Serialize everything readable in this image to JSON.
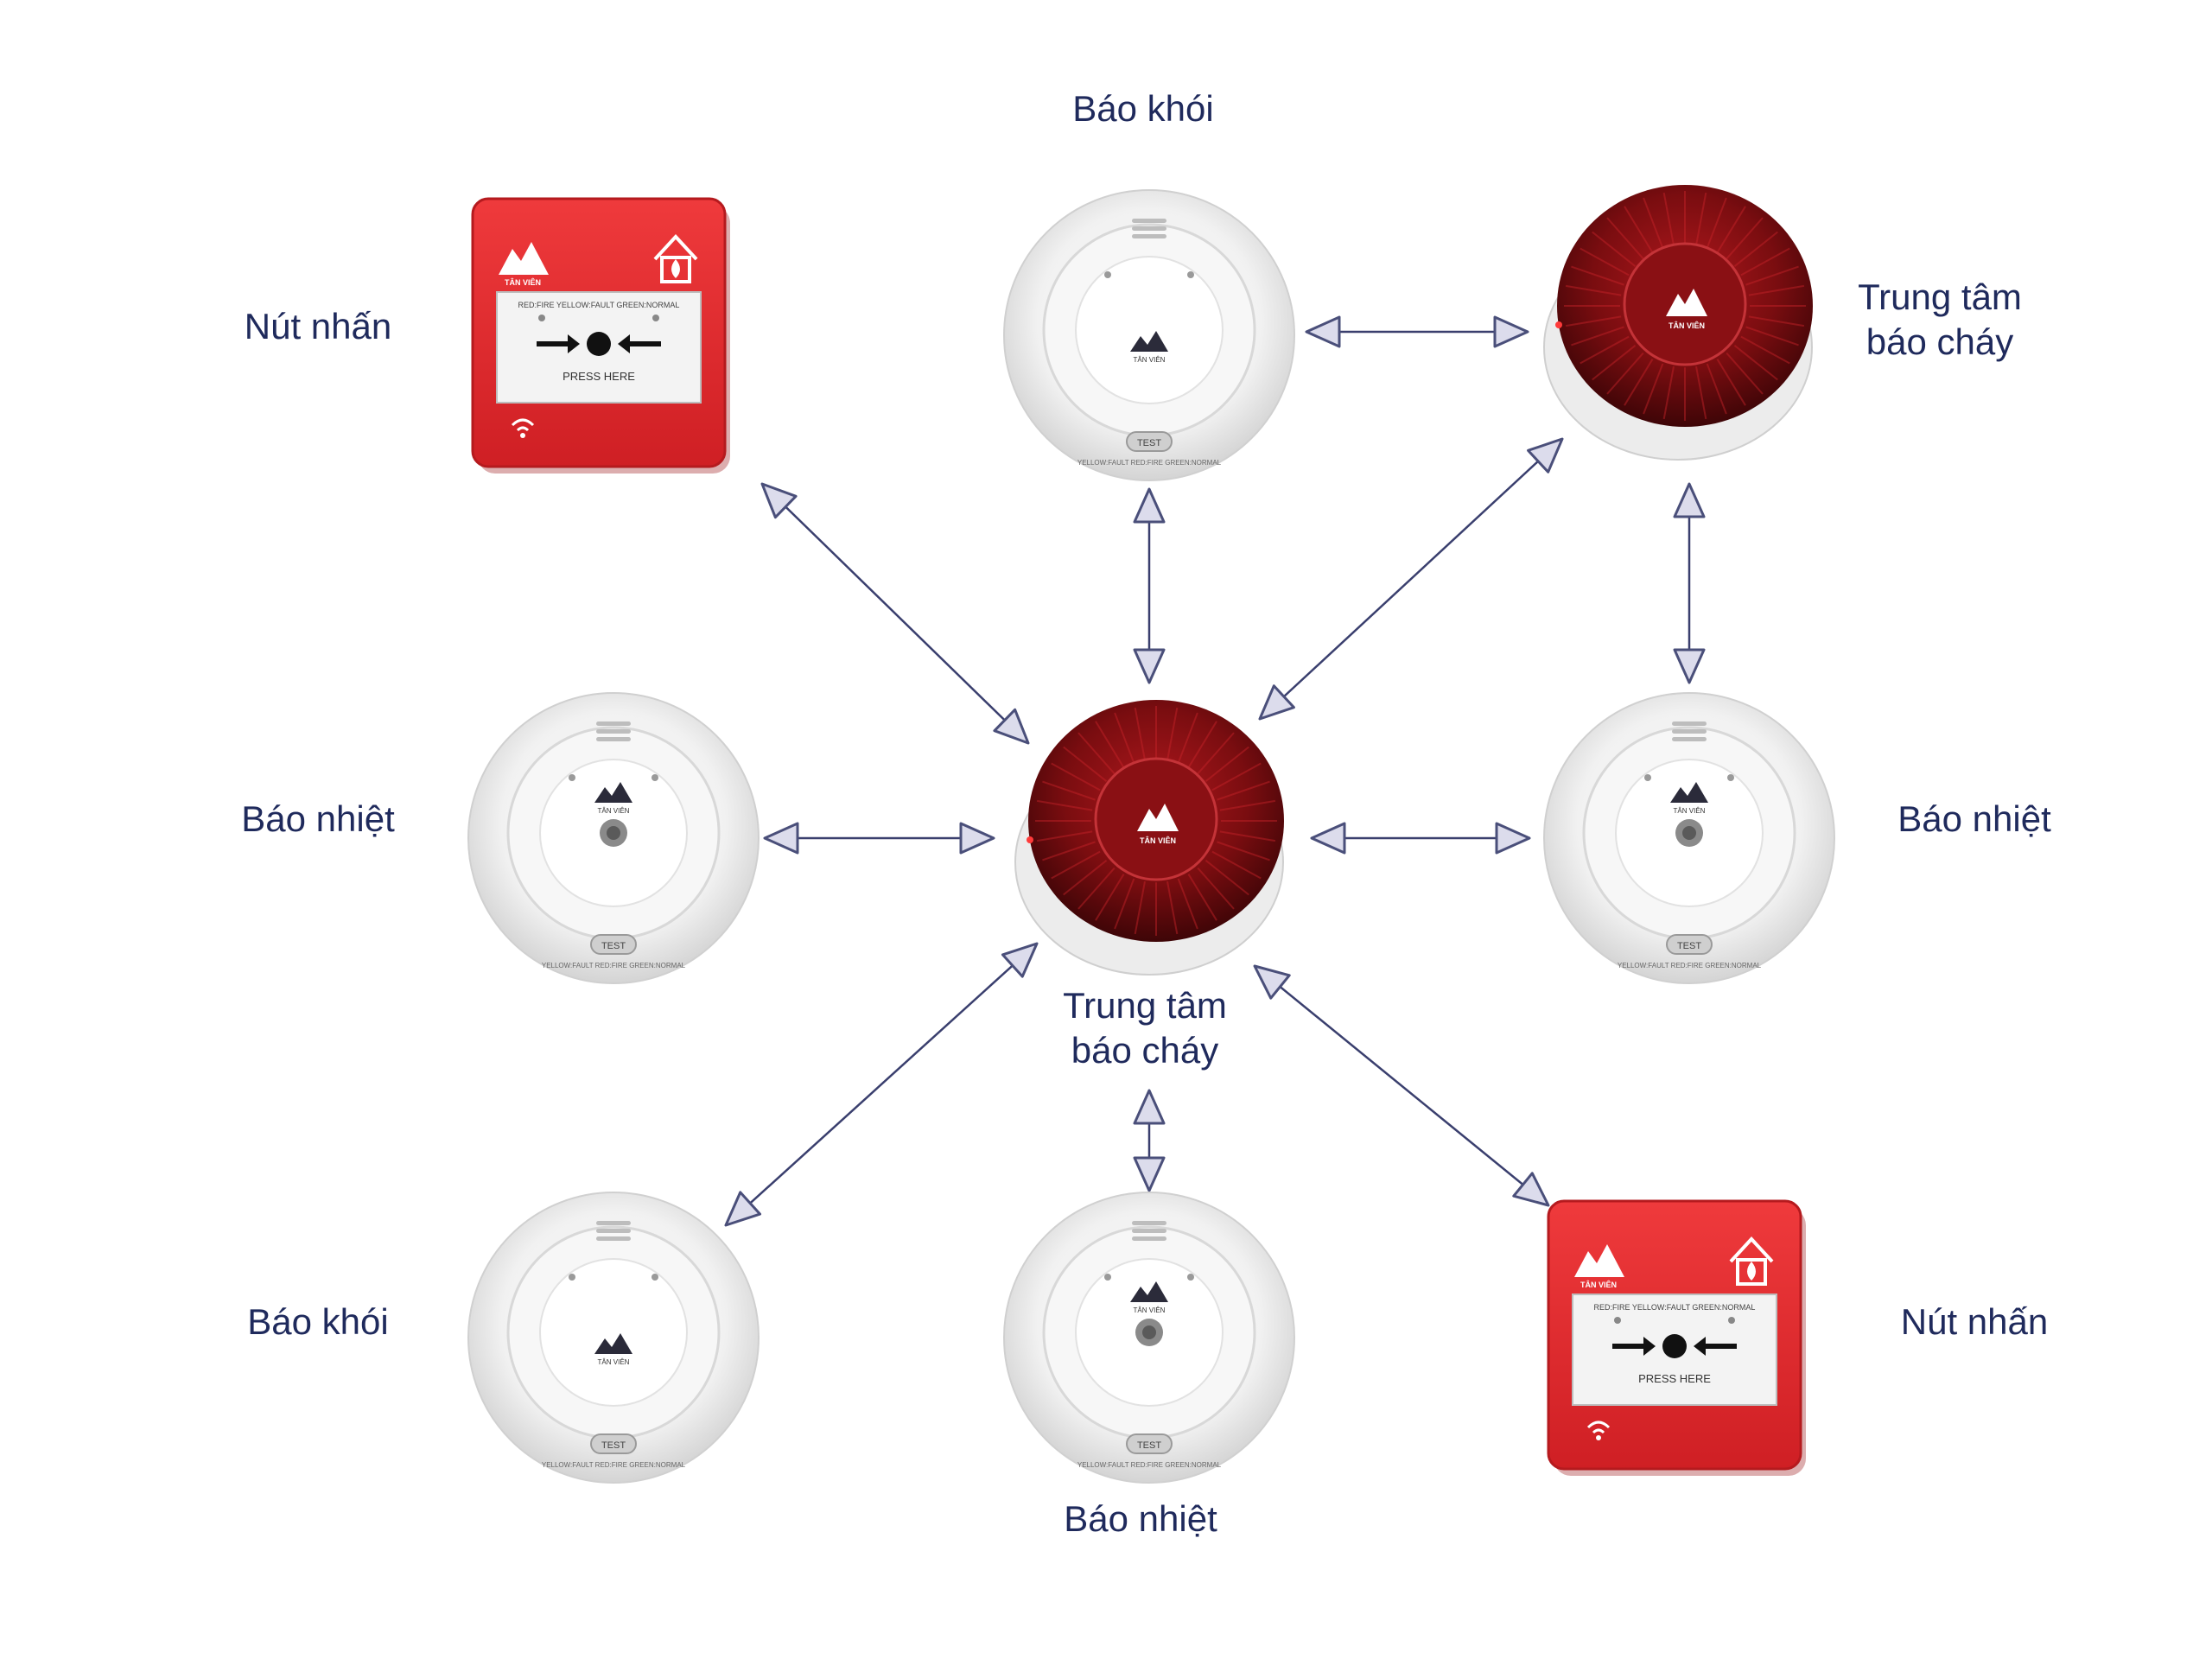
{
  "colors": {
    "label": "#1f2a5c",
    "arrow_line": "#3a3f6e",
    "arrow_head_fill": "#dcdcec",
    "arrow_head_stroke": "#4a4f7a",
    "button_red": "#e0262a",
    "panel_dark_red": "#7a0d10",
    "detector_white": "#f2f2f2"
  },
  "brand": "TÂN VIÊN",
  "labels": {
    "smoke_top": "Báo khói",
    "button_top_left": "Nút nhấn",
    "center_top_right_line1": "Trung tâm",
    "center_top_right_line2": "báo cháy",
    "heat_left": "Báo nhiệt",
    "heat_right": "Báo nhiệt",
    "center_main_line1": "Trung tâm",
    "center_main_line2": "báo cháy",
    "smoke_bottom_left": "Báo khói",
    "heat_bottom": "Báo nhiệt",
    "button_bottom_right": "Nút nhấn"
  },
  "manual_call_point": {
    "status_line": "RED:FIRE YELLOW:FAULT GREEN:NORMAL",
    "press_text": "PRESS HERE",
    "icons": [
      "wifi-icon",
      "house-fire-icon",
      "mountain-logo-icon"
    ]
  },
  "detector": {
    "test_label": "TEST",
    "legend_text": "YELLOW:FAULT  RED:FIRE  GREEN:NORMAL"
  }
}
